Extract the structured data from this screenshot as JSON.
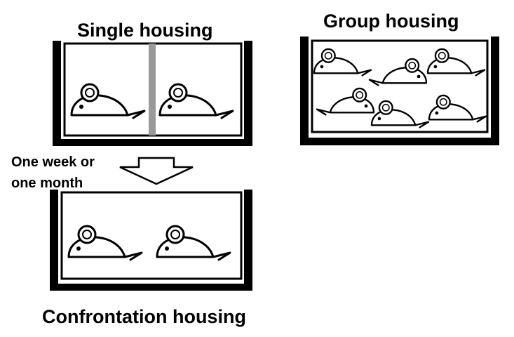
{
  "labels": {
    "single_housing": "Single housing",
    "group_housing": "Group housing",
    "confrontation_housing": "Confrontation housing",
    "transition_line1": "One week or",
    "transition_line2": "one month"
  },
  "colors": {
    "ink": "#000000",
    "divider": "#999999",
    "background": "#ffffff"
  }
}
